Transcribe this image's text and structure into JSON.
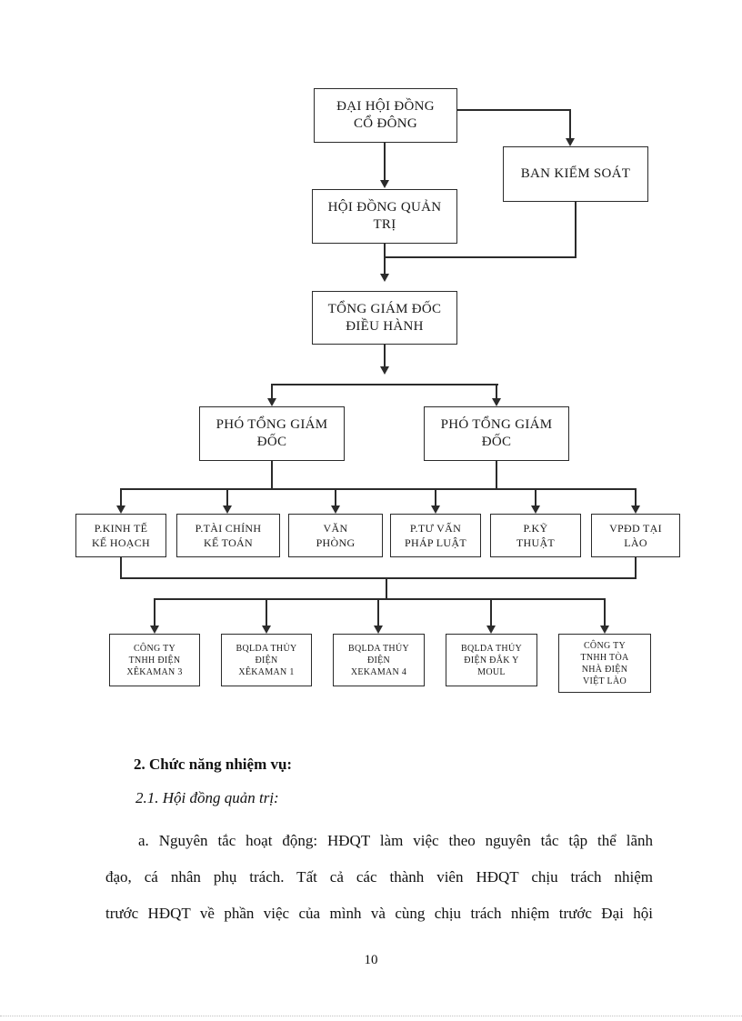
{
  "page": {
    "number": "10"
  },
  "org_chart": {
    "boxes": [
      {
        "id": "dai-hoi-dong-co-dong",
        "lines": [
          "ĐẠI HỘI ĐỒNG",
          "CỔ ĐÔNG"
        ]
      },
      {
        "id": "ban-kiem-soat",
        "lines": [
          "BAN KIỂM SOÁT"
        ]
      },
      {
        "id": "hoi-dong-quan-tri",
        "lines": [
          "HỘI ĐỒNG QUẢN",
          "TRỊ"
        ]
      },
      {
        "id": "tong-giam-doc",
        "lines": [
          "TỔNG GIÁM ĐỐC",
          "ĐIỀU HÀNH"
        ]
      },
      {
        "id": "pho-tong-giam-doc-1",
        "lines": [
          "PHÓ TỔNG GIÁM",
          "ĐỐC"
        ]
      },
      {
        "id": "pho-tong-giam-doc-2",
        "lines": [
          "PHÓ TỔNG GIÁM",
          "ĐỐC"
        ]
      },
      {
        "id": "p-kinh-te-ke-hoach",
        "lines": [
          "P.KINH TẾ",
          "KẾ HOẠCH"
        ]
      },
      {
        "id": "p-tai-chinh-ke-toan",
        "lines": [
          "P.TÀI CHÍNH",
          "KẾ TOÁN"
        ]
      },
      {
        "id": "van-phong",
        "lines": [
          "VĂN",
          "PHÒNG"
        ]
      },
      {
        "id": "p-tu-van-phap-luat",
        "lines": [
          "P.TƯ VẤN",
          "PHÁP LUẬT"
        ]
      },
      {
        "id": "p-ky-thuat",
        "lines": [
          "P.KỸ",
          "THUẬT"
        ]
      },
      {
        "id": "vpdd-tai-lao",
        "lines": [
          "VPĐD TẠI",
          "LÀO"
        ]
      },
      {
        "id": "cty-tnhh-dien-xekaman-3",
        "lines": [
          "CÔNG TY",
          "TNHH ĐIỆN",
          "XÊKAMAN 3"
        ]
      },
      {
        "id": "bqlda-thuy-dien-xekaman-1",
        "lines": [
          "BQLDA THỦY",
          "ĐIỆN",
          "XÊKAMAN 1"
        ]
      },
      {
        "id": "bqlda-thuy-dien-xekaman-4",
        "lines": [
          "BQLDA THỦY",
          "ĐIỆN",
          "XEKAMAN 4"
        ]
      },
      {
        "id": "bqlda-thuy-dien-dak-y-moul",
        "lines": [
          "BQLDA THỦY",
          "ĐIỆN ĐẮK Y",
          "MOUL"
        ]
      },
      {
        "id": "cty-tnhh-toa-nha-dien-viet-lao",
        "lines": [
          "CÔNG TY",
          "TNHH TÒA",
          "NHÀ ĐIỆN",
          "VIỆT LÀO"
        ]
      }
    ]
  },
  "section": {
    "heading": "2. Chức năng nhiệm vụ:",
    "subheading": "2.1. Hội đồng quản trị:",
    "paragraph_lines": [
      "a. Nguyên tắc hoạt động: HĐQT làm việc theo nguyên tắc tập thể lãnh",
      "đạo, cá nhân phụ trách. Tất cả các thành viên HĐQT chịu trách nhiệm",
      "trước HĐQT về phần việc của mình và cùng chịu trách nhiệm trước Đại hội"
    ]
  }
}
